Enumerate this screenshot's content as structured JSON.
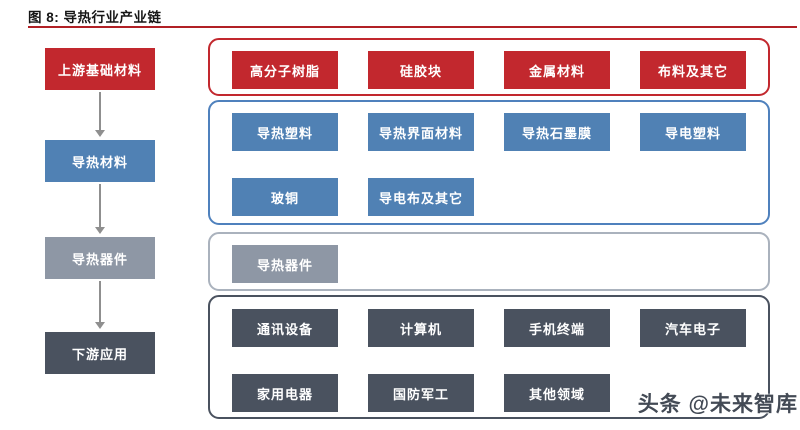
{
  "title": "图 8: 导热行业产业链",
  "watermark": "头条 @未来智库",
  "colors": {
    "red": "#c2282e",
    "blue": "#5081b4",
    "blue_border": "#4f81bd",
    "gray": "#8e97a5",
    "gray_border": "#aab2bd",
    "dark": "#4a525f",
    "title_underline": "#b12025",
    "arrow": "#8f8f8f"
  },
  "chain_stages": [
    {
      "label": "上游基础材料",
      "color": "#c2282e"
    },
    {
      "label": "导热材料",
      "color": "#5081b4"
    },
    {
      "label": "导热器件",
      "color": "#8e97a5"
    },
    {
      "label": "下游应用",
      "color": "#4a525f"
    }
  ],
  "groups": [
    {
      "name": "upstream-basic-materials",
      "box_color": "#c2282e",
      "border_color": "#c2282e",
      "rows": [
        [
          "高分子树脂",
          "硅胶块",
          "金属材料",
          "布料及其它"
        ]
      ]
    },
    {
      "name": "thermal-materials",
      "box_color": "#5081b4",
      "border_color": "#4f81bd",
      "rows": [
        [
          "导热塑料",
          "导热界面材料",
          "导热石墨膜",
          "导电塑料"
        ],
        [
          "玻铜",
          "导电布及其它"
        ]
      ]
    },
    {
      "name": "thermal-devices",
      "box_color": "#8e97a5",
      "border_color": "#aab2bd",
      "rows": [
        [
          "导热器件"
        ]
      ]
    },
    {
      "name": "downstream-applications",
      "box_color": "#4a525f",
      "border_color": "#4a525f",
      "rows": [
        [
          "通讯设备",
          "计算机",
          "手机终端",
          "汽车电子"
        ],
        [
          "家用电器",
          "国防军工",
          "其他领域"
        ]
      ]
    }
  ]
}
